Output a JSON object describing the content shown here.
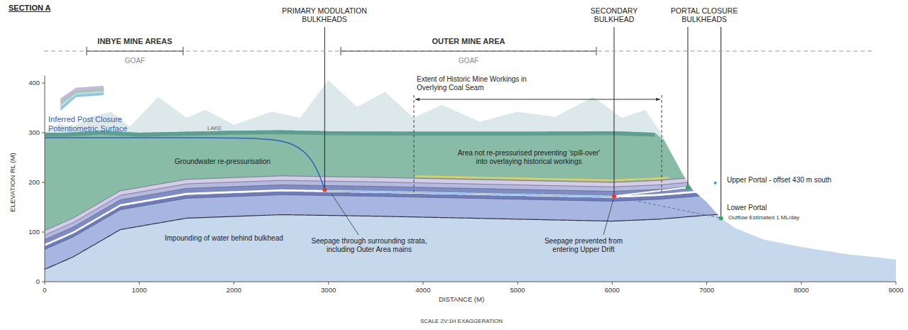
{
  "diagram": {
    "title": "SECTION A",
    "labels": [
      "PRIMARY MODULATION BULKHEADS",
      "SECONDARY BULKHEAD",
      "PORTAL CLOSURE BULKHEADS",
      "INBYE MINE AREAS",
      "GOAF",
      "OUTER MINE AREA",
      "GOAF",
      "Extent of Historic Mine Workings in Overlying Coal Seam",
      "LAKE",
      "Inferred Post Closure Potentiometric Surface",
      "Groundwater re-pressurisation",
      "Area not re-pressurised preventing 'spill-over' into overlaying historical workings",
      "Upper Portal - offset 430 m south",
      "Lower Portal",
      "Outflow Estimated 1 ML/day",
      "Impounding of water behind bulkhead",
      "Seepage through surrounding strata, including Outer Area mains",
      "Seepage prevented from entering Upper Drift",
      "0",
      "100",
      "200",
      "300",
      "400",
      "0",
      "1000",
      "2000",
      "3000",
      "4000",
      "5000",
      "6000",
      "7000",
      "8000",
      "9000",
      "ELEVATION RL (M)",
      "DISTANCE (M)",
      "SCALE 2V:1H EXAGGERATION"
    ]
  }
}
